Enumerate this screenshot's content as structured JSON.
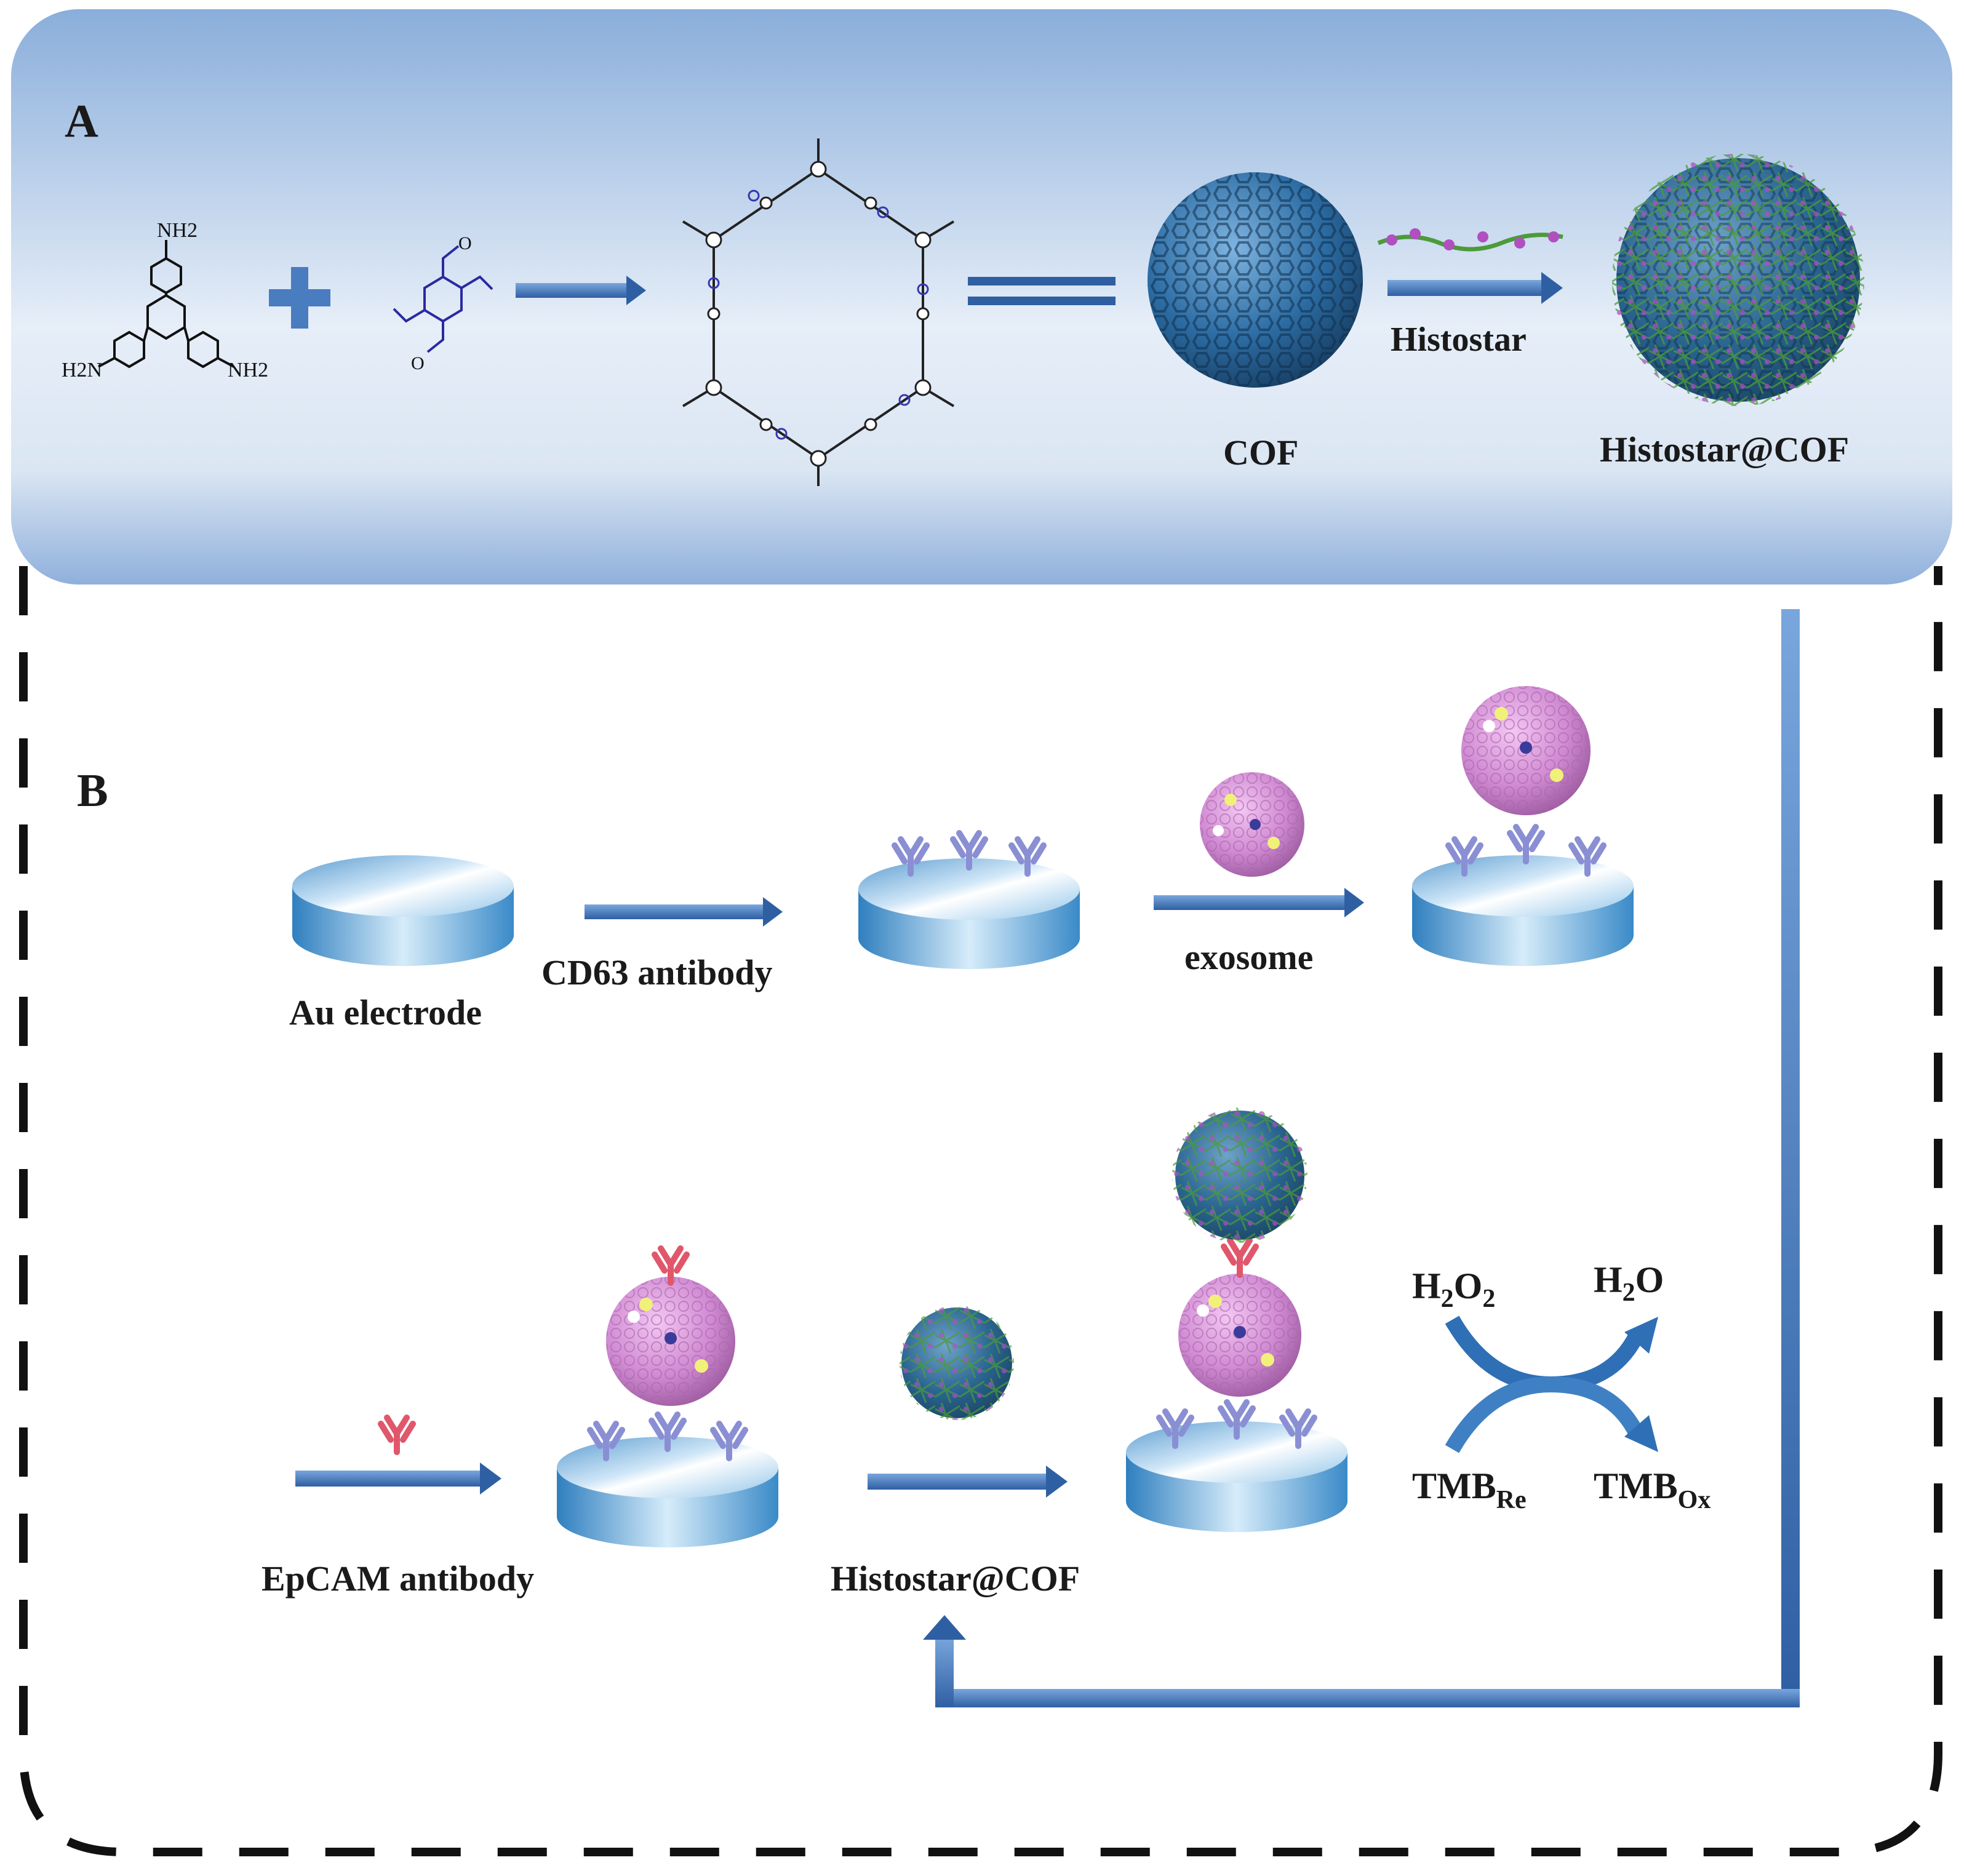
{
  "panel_a": {
    "label": "A",
    "reactant_amine_groups": [
      "NH2",
      "H2N",
      "NH2"
    ],
    "cof_label": "COF",
    "arrow_reagent": "Histostar",
    "product_label": "Histostar@COF"
  },
  "panel_b": {
    "label": "B",
    "electrode_label": "Au electrode",
    "step1_label": "CD63 antibody",
    "step2_label": "exosome",
    "step3_label": "EpCAM antibody",
    "step4_label": "Histostar@COF",
    "reaction": {
      "reactant_top": {
        "base": "H",
        "sub1": "2",
        "mid": "O",
        "sub2": "2"
      },
      "product_top": {
        "base": "H",
        "sub1": "2",
        "mid": "O"
      },
      "reactant_bottom": {
        "base": "TMB",
        "sub": "Re"
      },
      "product_bottom": {
        "base": "TMB",
        "sub": "Ox"
      }
    }
  },
  "colors": {
    "panel_a_top": "#8fb0dc",
    "panel_a_bottom": "#ffffff",
    "arrow_blue": "#4a7cc0",
    "sphere_blue": "#2e6fa6",
    "exosome_pink": "#d58fd6",
    "antibody_purple": "#8a8fd4",
    "antibody_red": "#e0576b",
    "dashed_border": "#111111"
  }
}
